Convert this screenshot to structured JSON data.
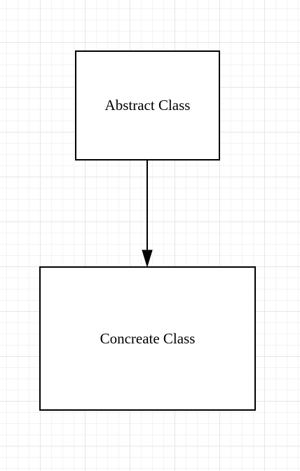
{
  "diagram": {
    "nodes": [
      {
        "id": "abstract",
        "label": "Abstract Class"
      },
      {
        "id": "concrete",
        "label": "Concreate Class"
      }
    ],
    "edges": [
      {
        "from": "abstract",
        "to": "concrete",
        "arrow": "filled-triangle"
      }
    ]
  },
  "colors": {
    "stroke": "#000000",
    "fill": "#ffffff",
    "grid": "#e6e6e6"
  }
}
